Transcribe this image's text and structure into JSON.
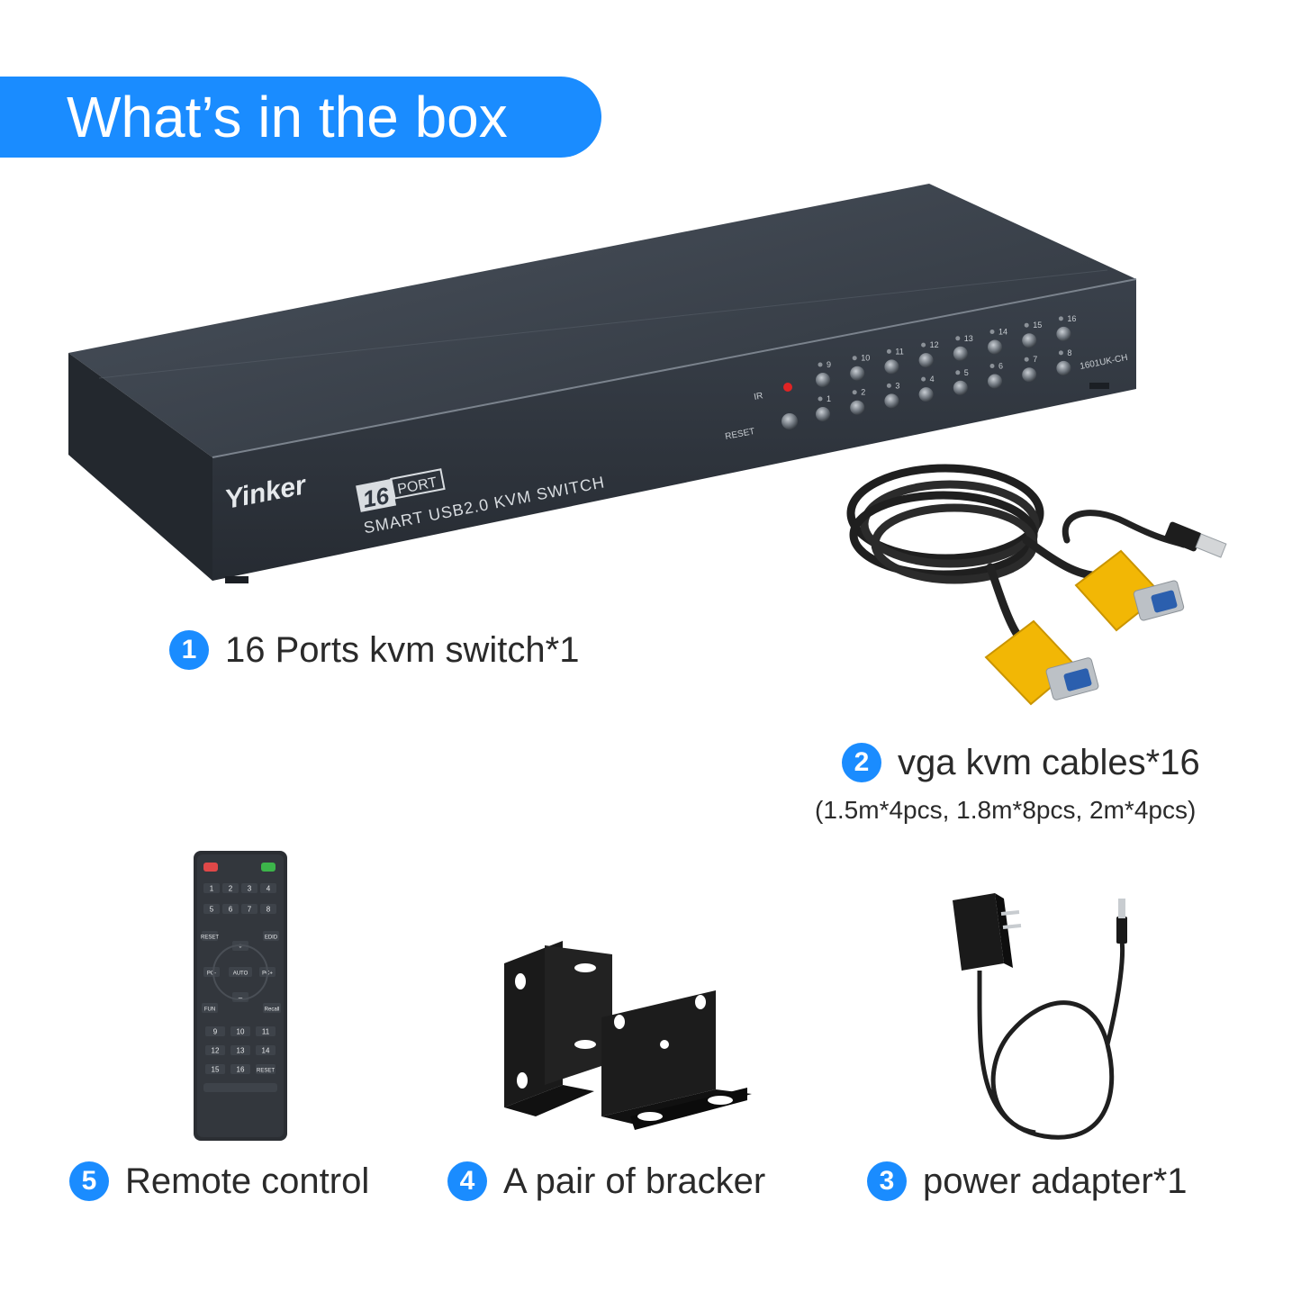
{
  "header": {
    "title": "What’s in the box"
  },
  "product": {
    "brand": "Yinker",
    "port_count": "16",
    "port_word": "PORT",
    "model_line": "SMART USB2.0 KVM SWITCH",
    "model_code": "1601UK-CH",
    "ir_label": "IR",
    "reset_label": "RESET",
    "port_labels_top": [
      "9",
      "10",
      "11",
      "12",
      "13",
      "14",
      "15",
      "16"
    ],
    "port_labels_bottom": [
      "1",
      "2",
      "3",
      "4",
      "5",
      "6",
      "7",
      "8"
    ]
  },
  "remote": {
    "row1": [
      "1",
      "2",
      "3",
      "4"
    ],
    "row2": [
      "5",
      "6",
      "7",
      "8"
    ],
    "reset": "RESET",
    "edid": "EDID",
    "plus": "+",
    "minus": "–",
    "pc_minus": "PC-",
    "auto": "AUTO",
    "pc_plus": "PC+",
    "fun": "FUN",
    "recall": "Recall",
    "row3": [
      "9",
      "10",
      "11"
    ],
    "row4": [
      "12",
      "13",
      "14"
    ],
    "row5": [
      "15",
      "16",
      "RESET"
    ]
  },
  "items": [
    {
      "number": "1",
      "label": "16 Ports kvm switch*1"
    },
    {
      "number": "2",
      "label": "vga kvm cables*16",
      "detail": "(1.5m*4pcs, 1.8m*8pcs, 2m*4pcs)"
    },
    {
      "number": "3",
      "label": "power adapter*1"
    },
    {
      "number": "4",
      "label": "A pair of bracker"
    },
    {
      "number": "5",
      "label": "Remote control"
    }
  ],
  "colors": {
    "accent": "#1a8cff",
    "device": "#2f3640",
    "connector": "#f2b705"
  }
}
